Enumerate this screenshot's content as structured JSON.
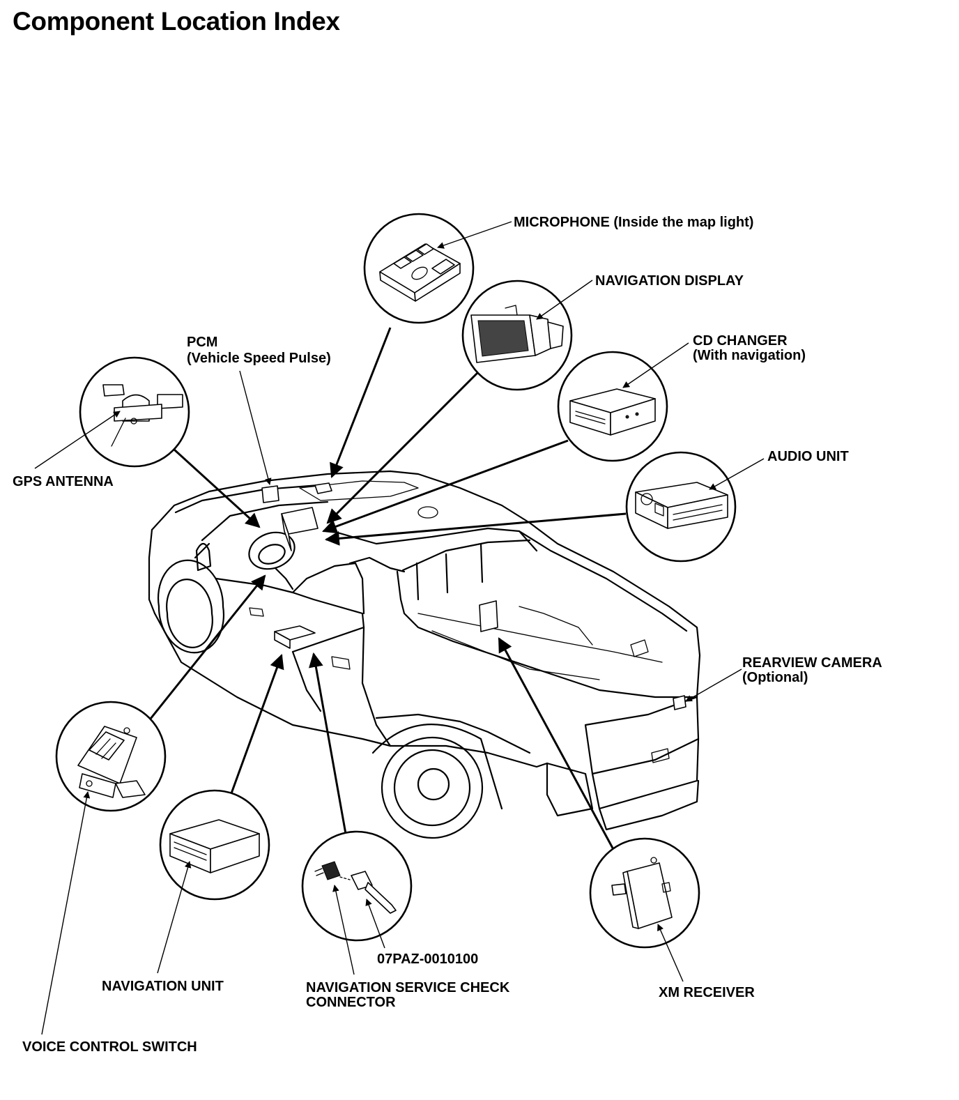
{
  "title": "Component Location Index",
  "labels": {
    "microphone": "MICROPHONE (Inside the map light)",
    "navigation_display": "NAVIGATION DISPLAY",
    "pcm_line1": "PCM",
    "pcm_line2": "(Vehicle Speed Pulse)",
    "cd_changer_line1": "CD CHANGER",
    "cd_changer_line2": "(With navigation)",
    "gps_antenna": "GPS ANTENNA",
    "audio_unit": "AUDIO UNIT",
    "rearview_camera_line1": "REARVIEW CAMERA",
    "rearview_camera_line2": "(Optional)",
    "tool_number": "07PAZ-0010100",
    "navigation_unit": "NAVIGATION UNIT",
    "service_check_line1": "NAVIGATION SERVICE CHECK",
    "service_check_line2": "CONNECTOR",
    "xm_receiver": "XM RECEIVER",
    "voice_control_switch": "VOICE CONTROL SWITCH"
  }
}
